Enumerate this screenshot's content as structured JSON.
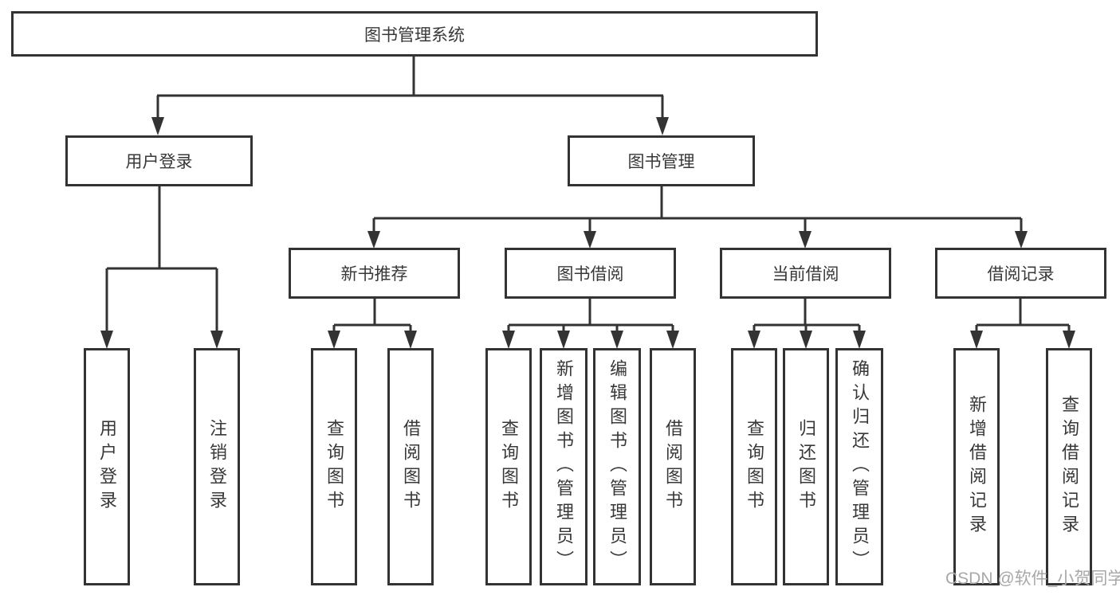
{
  "colors": {
    "line": "#333333",
    "text": "#383838",
    "background": "#ffffff",
    "watermark": "#a8a8a8"
  },
  "tree": {
    "label": "图书管理系统",
    "children": [
      {
        "label": "用户登录",
        "children": [
          {
            "label": "用户登录"
          },
          {
            "label": "注销登录"
          }
        ]
      },
      {
        "label": "图书管理",
        "children": [
          {
            "label": "新书推荐",
            "children": [
              {
                "label": "查询图书"
              },
              {
                "label": "借阅图书"
              }
            ]
          },
          {
            "label": "图书借阅",
            "children": [
              {
                "label": "查询图书"
              },
              {
                "label": "新增图书（管理员）"
              },
              {
                "label": "编辑图书（管理员）"
              },
              {
                "label": "借阅图书"
              }
            ]
          },
          {
            "label": "当前借阅",
            "children": [
              {
                "label": "查询图书"
              },
              {
                "label": "归还图书"
              },
              {
                "label": "确认归还（管理员）"
              }
            ]
          },
          {
            "label": "借阅记录",
            "children": [
              {
                "label": "新增借阅记录"
              },
              {
                "label": "查询借阅记录"
              }
            ]
          }
        ]
      }
    ]
  },
  "watermark": {
    "text": "CSDN @软件_小贺同学"
  }
}
